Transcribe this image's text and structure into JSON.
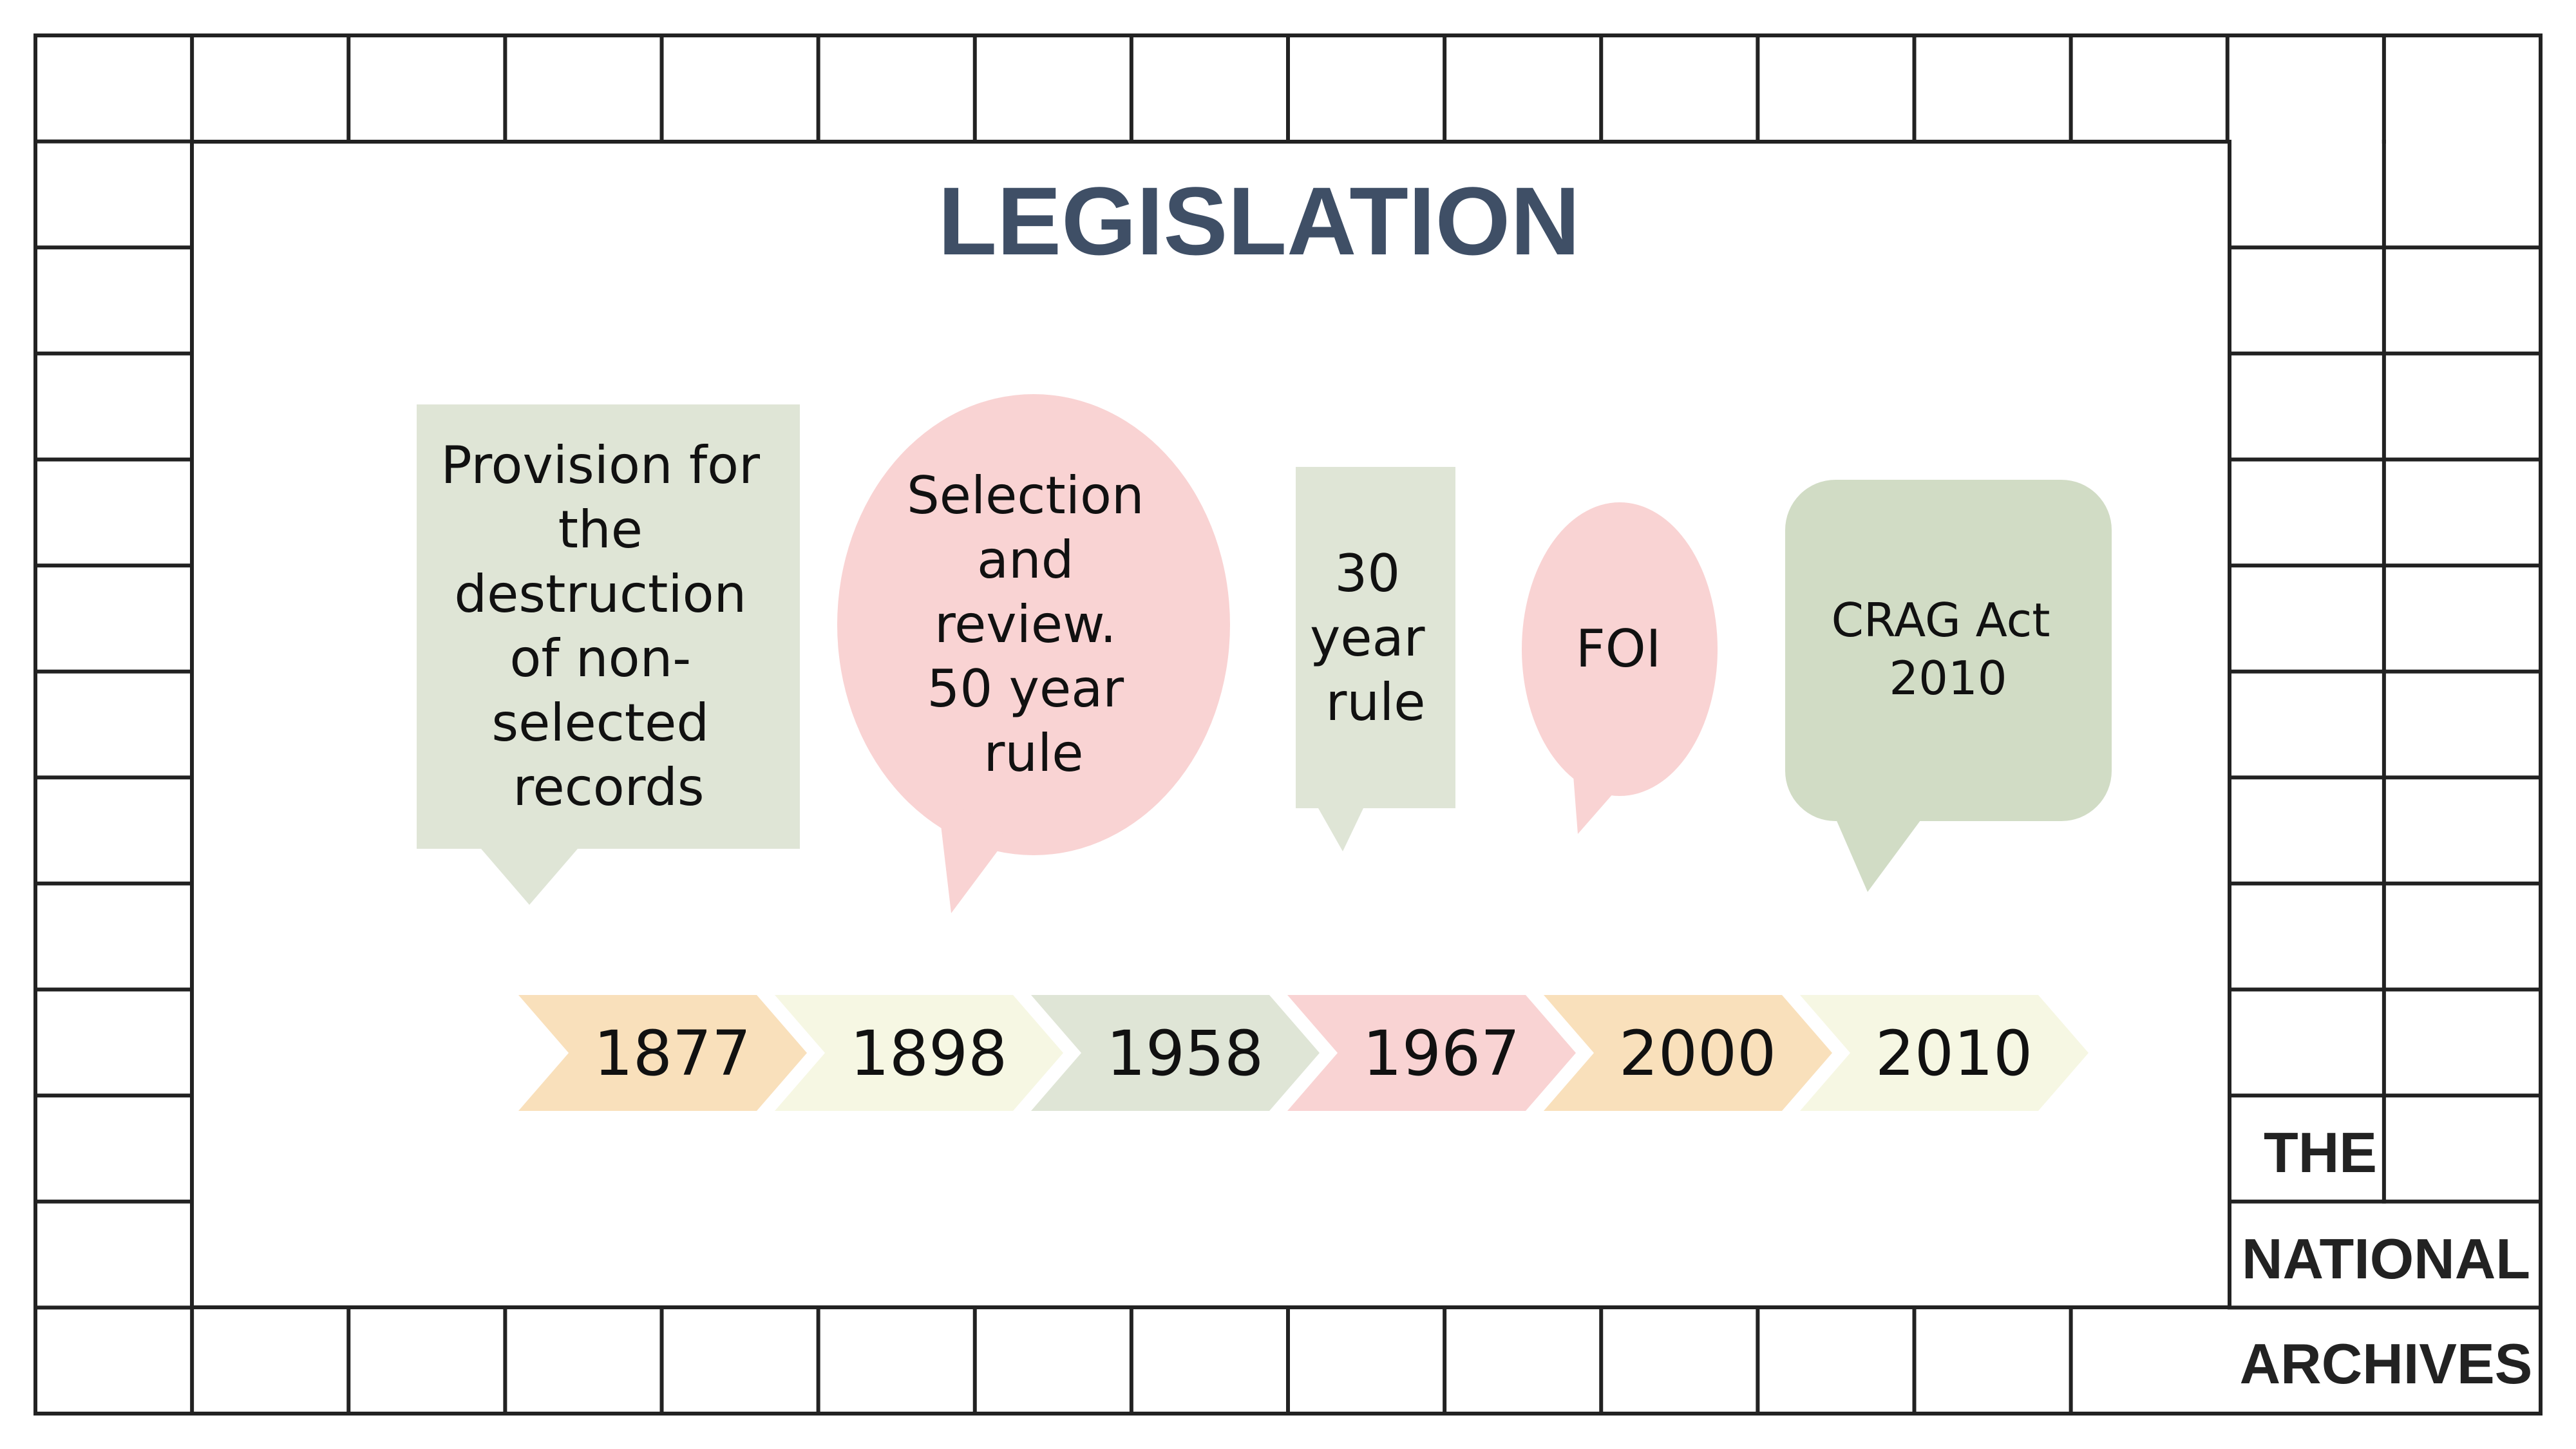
{
  "title": "LEGISLATION",
  "colors": {
    "frame_line": "#222222",
    "title": "#3f4f66",
    "sage_light": "#dfe5d6",
    "sage_dark": "#d1dcc5",
    "pink": "#f9d3d3",
    "peach": "#f9e0bb",
    "cream": "#f6f7e3",
    "text": "#111111"
  },
  "bubbles": [
    {
      "lines": [
        "Provision for",
        "the",
        "destruction",
        "of non-",
        "selected",
        "records"
      ]
    },
    {
      "lines": [
        "Selection",
        "and",
        "review.",
        "50 year",
        "rule"
      ]
    },
    {
      "lines": [
        "30",
        "year",
        "rule"
      ]
    },
    {
      "lines": [
        "FOI"
      ]
    },
    {
      "lines": [
        "CRAG Act",
        "2010"
      ]
    }
  ],
  "timeline": [
    {
      "year": "1877",
      "color": "peach"
    },
    {
      "year": "1898",
      "color": "cream"
    },
    {
      "year": "1958",
      "color": "sage_light"
    },
    {
      "year": "1967",
      "color": "pink"
    },
    {
      "year": "2000",
      "color": "peach"
    },
    {
      "year": "2010",
      "color": "cream"
    }
  ],
  "logo": {
    "line1": "THE",
    "line2": "NATIONAL",
    "line3": "ARCHIVES"
  }
}
